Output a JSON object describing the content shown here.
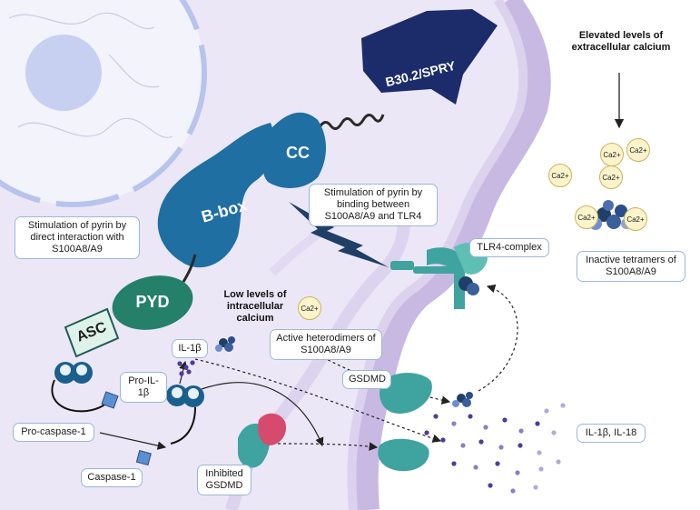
{
  "domains": {
    "b30": "B30.2/SPRY",
    "cc": "CC",
    "bbox": "B-box",
    "pyd": "PYD",
    "asc": "ASC"
  },
  "labels": {
    "stim_direct": "Stimulation of pyrin by direct interaction with S100A8/A9",
    "stim_tlr4": "Stimulation of pyrin by binding between S100A8/A9 and TLR4",
    "tlr4_complex": "TLR4-complex",
    "inactive_tetramers": "Inactive tetramers of S100A8/A9",
    "active_heterodimers": "Active heterodimers of S100A8/A9",
    "il1b": "IL-1β",
    "pro_il1b": "Pro-IL-1β",
    "gsdmd": "GSDMD",
    "pro_caspase": "Pro-caspase-1",
    "caspase": "Caspase-1",
    "inhibited_gsdmd": "Inhibited GSDMD",
    "il1b_il18": "IL-1β, IL-18"
  },
  "text": {
    "elevated_calcium": "Elevated levels of extracellular calcium",
    "low_calcium": "Low levels of intracellular calcium"
  },
  "calcium_ion": "Ca2+",
  "colors": {
    "pyrin_blue": "#1f6fa3",
    "b30_navy": "#1c2c6b",
    "pyd_green": "#25806a",
    "asc_mint": "#dff2ea",
    "caspase_blue": "#1b5f8c",
    "gsdmd_teal": "#3fa3a0",
    "inhibitor_pink": "#d64b6d",
    "cytokine_purple": "#4a3d9a",
    "cell_lavender": "#ebe6f6",
    "membrane": "#c2b3e0",
    "nucleus": "#c5cff0",
    "calcium_fill": "#fdf4cc",
    "label_border": "#9db6d9"
  }
}
